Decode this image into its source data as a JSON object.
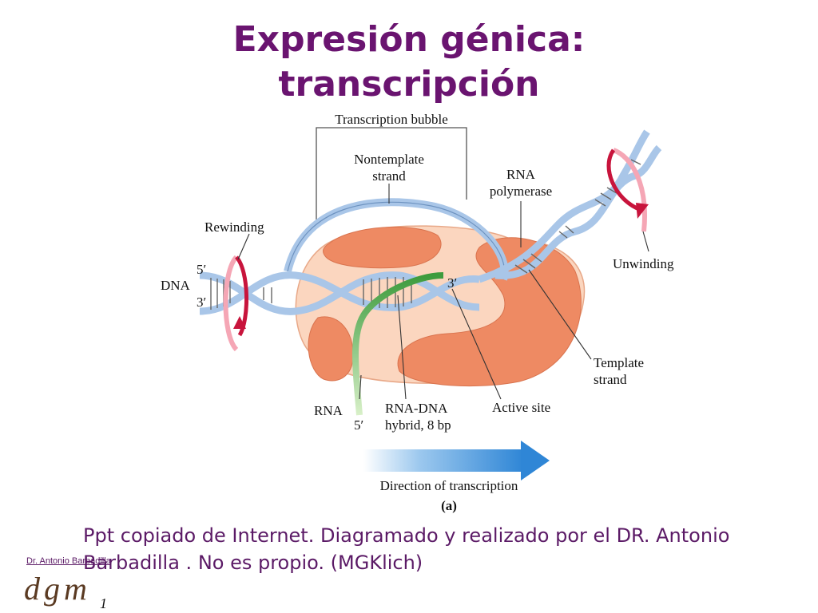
{
  "slide": {
    "title_line1": "Expresión génica:",
    "title_line2": "transcripción",
    "caption": "Ppt copiado de Internet. Diagramado y realizado por el DR. Antonio Barbadilla . No es propio. (MGKlich)",
    "credit": "Dr. Antonio Barbadilla",
    "logo": "dgm",
    "page_number": "1"
  },
  "diagram": {
    "transcription_bubble": "Transcription bubble",
    "nontemplate_line1": "Nontemplate",
    "nontemplate_line2": "strand",
    "rna_polymerase_line1": "RNA",
    "rna_polymerase_line2": "polymerase",
    "rewinding": "Rewinding",
    "unwinding": "Unwinding",
    "five_prime_top": "5′",
    "three_prime_bottom": "3′",
    "dna": "DNA",
    "three_prime_rna": "3′",
    "template_line1": "Template",
    "template_line2": "strand",
    "rna": "RNA",
    "rna_five_prime": "5′",
    "hybrid_line1": "RNA-DNA",
    "hybrid_line2": "hybrid, 8 bp",
    "active_site": "Active site",
    "direction": "Direction of transcription",
    "panel": "(a)"
  },
  "colors": {
    "title": "#6a1470",
    "polymerase_body": "#fbd6bf",
    "polymerase_dark": "#ee8a63",
    "dna_strand": "#a9c6e8",
    "rna_strand": "#4aa64a",
    "rotation_arrow": "#c8143c",
    "direction_arrow": "#3a8fd8"
  }
}
